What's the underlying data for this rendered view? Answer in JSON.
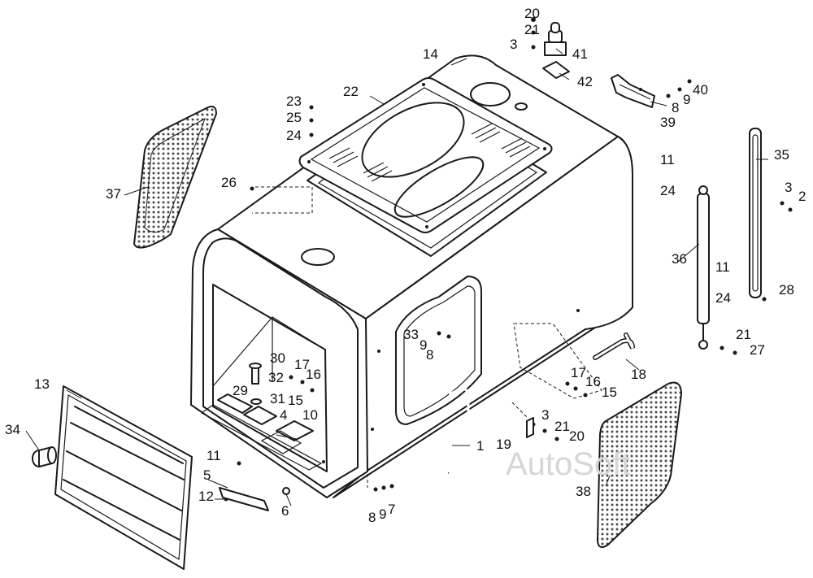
{
  "watermark": "AutoSoft",
  "callouts": {
    "c1": "1",
    "c2": "2",
    "c3a": "3",
    "c3b": "3",
    "c3c": "3",
    "c4": "4",
    "c5": "5",
    "c6": "6",
    "c7": "7",
    "c8a": "8",
    "c8b": "8",
    "c8c": "8",
    "c9a": "9",
    "c9b": "9",
    "c9c": "9",
    "c10": "10",
    "c11a": "11",
    "c11b": "11",
    "c11c": "11",
    "c12": "12",
    "c13": "13",
    "c14": "14",
    "c15a": "15",
    "c15b": "15",
    "c16a": "16",
    "c16b": "16",
    "c17a": "17",
    "c17b": "17",
    "c18": "18",
    "c19": "19",
    "c20a": "20",
    "c20b": "20",
    "c21a": "21",
    "c21b": "21",
    "c21c": "21",
    "c22": "22",
    "c23": "23",
    "c24a": "24",
    "c24b": "24",
    "c24c": "24",
    "c25": "25",
    "c26": "26",
    "c27": "27",
    "c28": "28",
    "c29": "29",
    "c30": "30",
    "c31": "31",
    "c32": "32",
    "c33": "33",
    "c34": "34",
    "c35": "35",
    "c36": "36",
    "c37": "37",
    "c38": "38",
    "c39": "39",
    "c40": "40",
    "c41": "41",
    "c42": "42"
  }
}
